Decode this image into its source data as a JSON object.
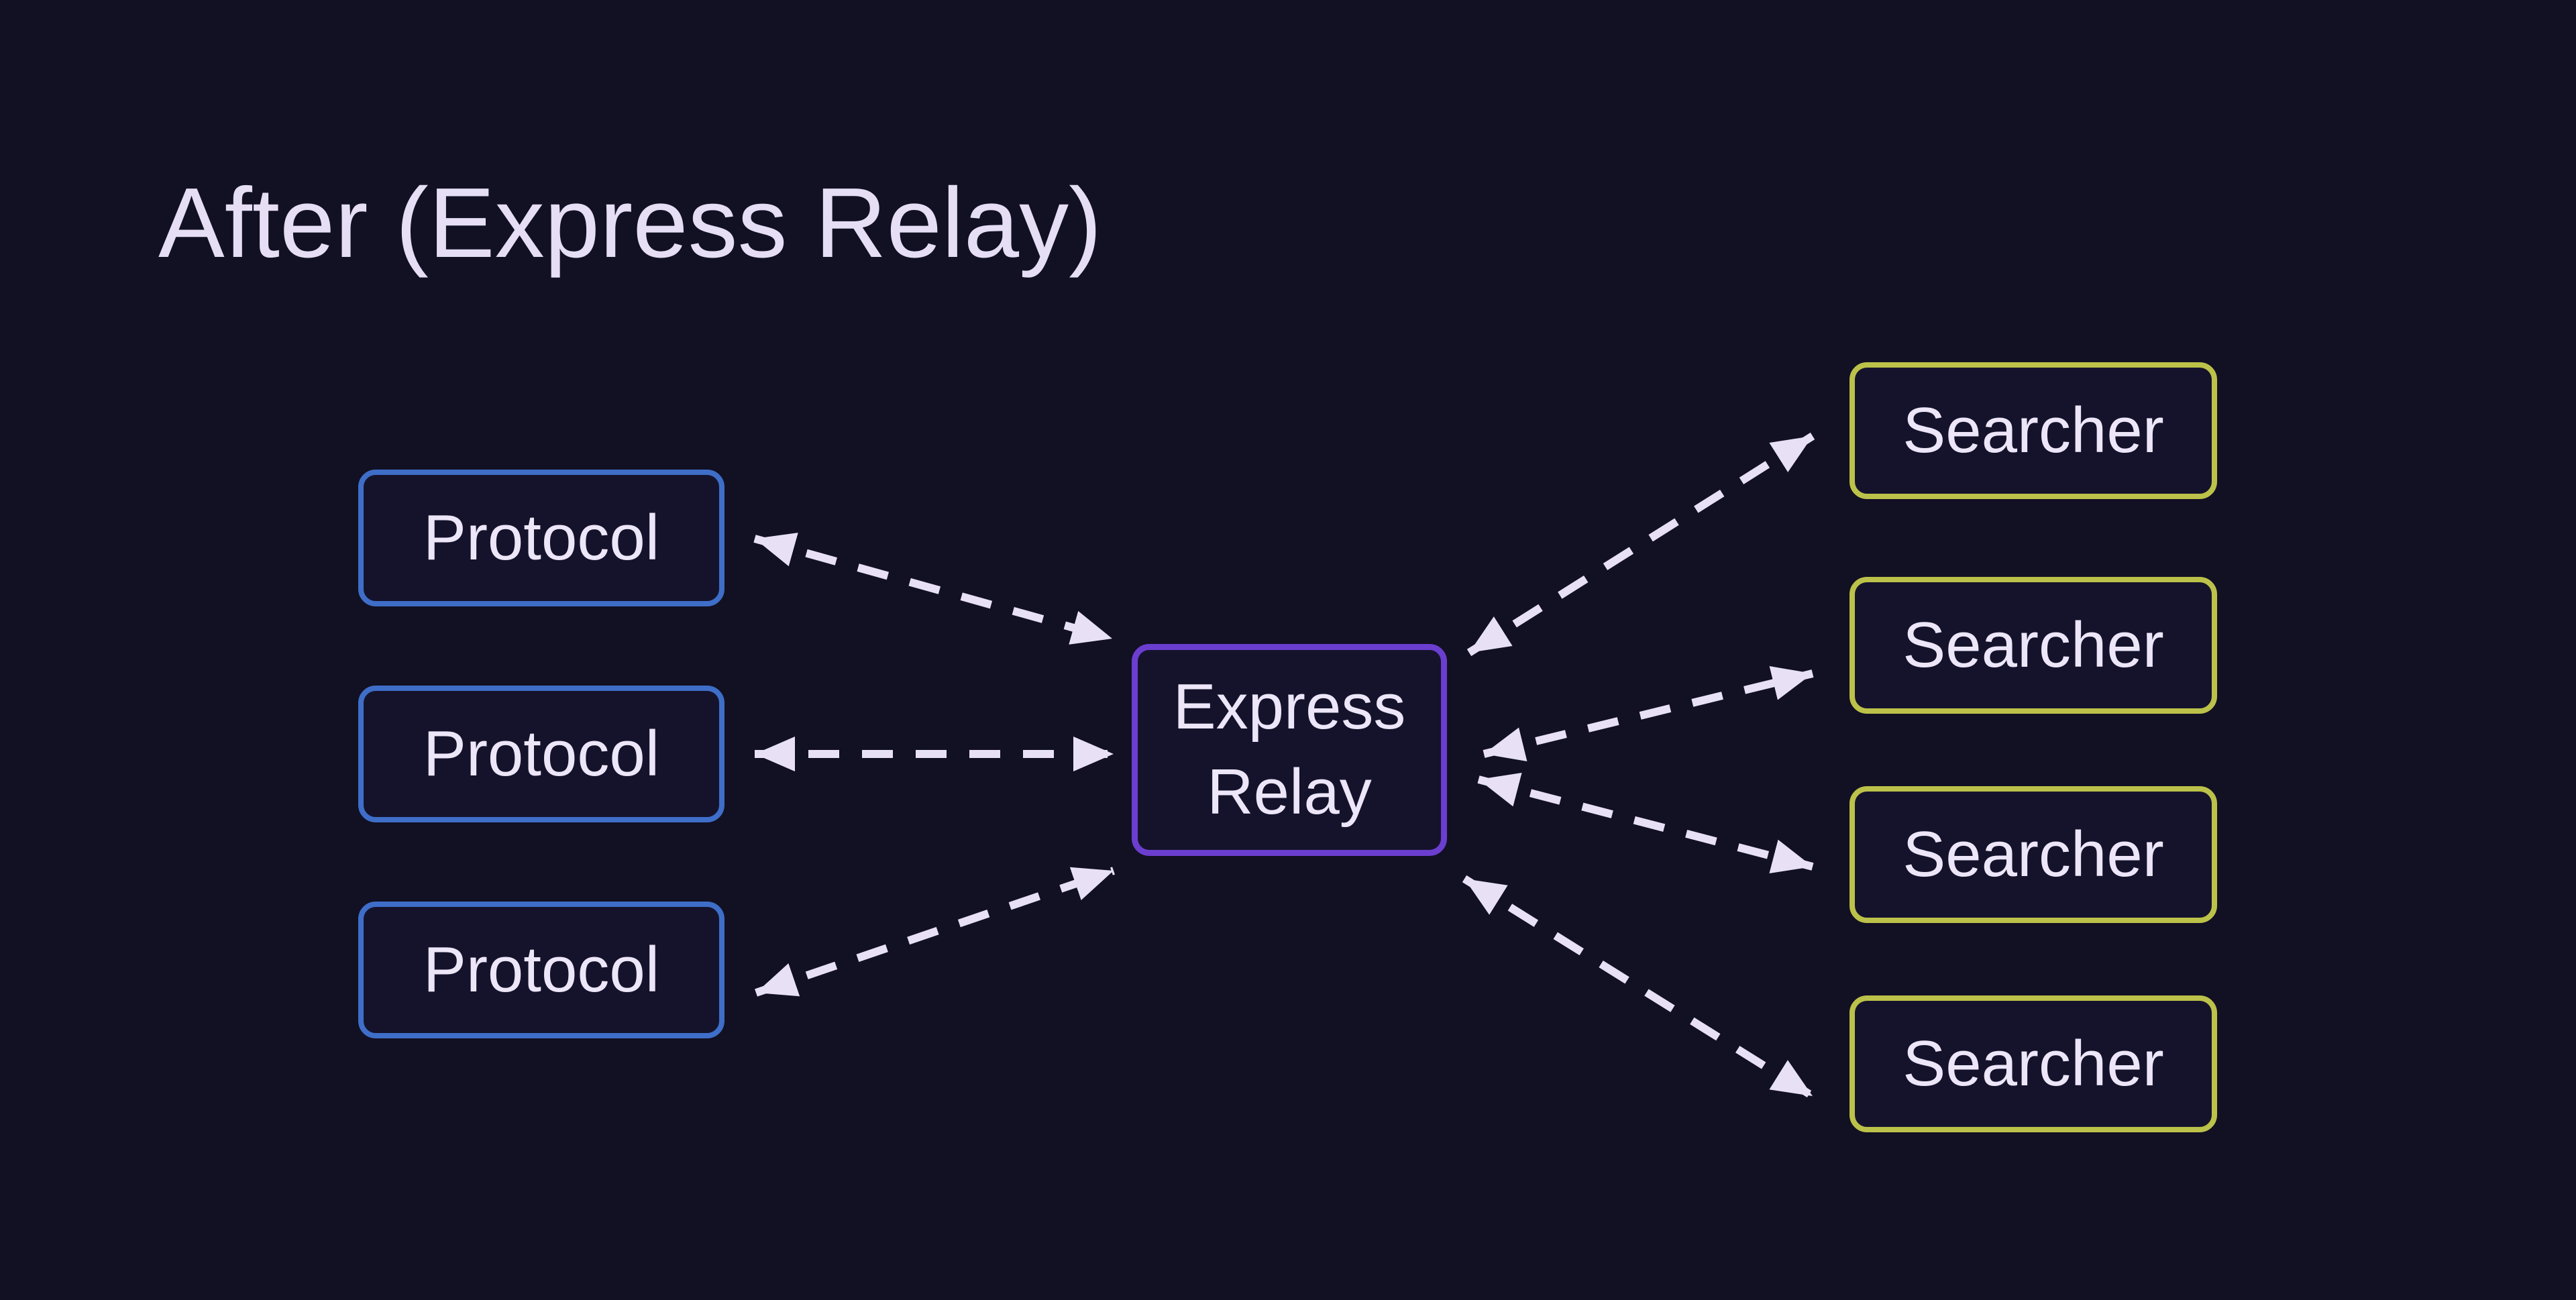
{
  "title": "After (Express Relay)",
  "colors": {
    "background": "#121023",
    "node_fill": "#15132c",
    "protocol_border": "#3e6ec8",
    "express_border": "#6b3ecf",
    "searcher_border": "#bcc249",
    "text": "#ece6f8",
    "arrow": "#e8e1f6",
    "title_text": "#e5def4"
  },
  "nodes": {
    "protocols": [
      {
        "id": "protocol-1",
        "label": "Protocol"
      },
      {
        "id": "protocol-2",
        "label": "Protocol"
      },
      {
        "id": "protocol-3",
        "label": "Protocol"
      }
    ],
    "express": {
      "id": "express-relay",
      "label": "Express Relay"
    },
    "searchers": [
      {
        "id": "searcher-1",
        "label": "Searcher"
      },
      {
        "id": "searcher-2",
        "label": "Searcher"
      },
      {
        "id": "searcher-3",
        "label": "Searcher"
      },
      {
        "id": "searcher-4",
        "label": "Searcher"
      }
    ]
  },
  "connections": [
    {
      "from": "protocol-1",
      "to": "express-relay",
      "style": "dashed",
      "bidirectional": true
    },
    {
      "from": "protocol-2",
      "to": "express-relay",
      "style": "dashed",
      "bidirectional": true
    },
    {
      "from": "protocol-3",
      "to": "express-relay",
      "style": "dashed",
      "bidirectional": true
    },
    {
      "from": "express-relay",
      "to": "searcher-1",
      "style": "dashed",
      "bidirectional": true
    },
    {
      "from": "express-relay",
      "to": "searcher-2",
      "style": "dashed",
      "bidirectional": true
    },
    {
      "from": "express-relay",
      "to": "searcher-3",
      "style": "dashed",
      "bidirectional": true
    },
    {
      "from": "express-relay",
      "to": "searcher-4",
      "style": "dashed",
      "bidirectional": true
    }
  ]
}
